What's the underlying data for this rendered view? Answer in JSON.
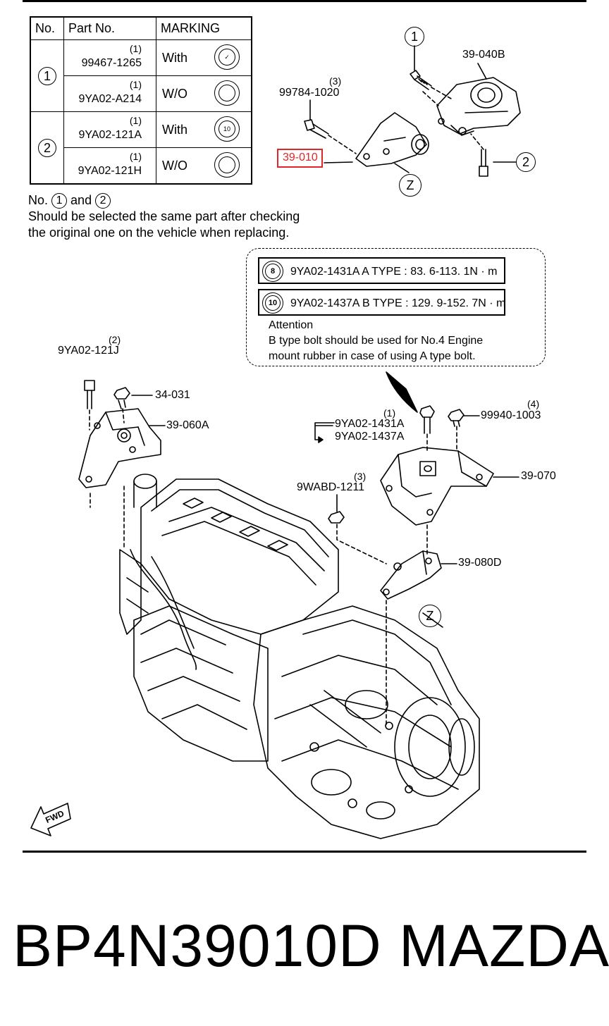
{
  "table": {
    "headers": [
      "No.",
      "Part No.",
      "MARKING"
    ],
    "rows": [
      {
        "group": "1",
        "qty": "(1)",
        "part": "99467-1265",
        "marking": "With"
      },
      {
        "group": "1",
        "qty": "(1)",
        "part": "9YA02-A214",
        "marking": "W/O"
      },
      {
        "group": "2",
        "qty": "(1)",
        "part": "9YA02-121A",
        "marking": "With"
      },
      {
        "group": "2",
        "qty": "(1)",
        "part": "9YA02-121H",
        "marking": "W/O"
      }
    ],
    "marking_icon_text": "10"
  },
  "note": {
    "prefix": "No.",
    "c1": "1",
    "and": "and",
    "c2": "2",
    "line2": "Should be selected the same part after checking",
    "line3": "the original one on the vehicle when replacing."
  },
  "torque": {
    "a": {
      "icon": "8",
      "text": "9YA02-1431A  A TYPE : 83. 6-113. 1N · m"
    },
    "b": {
      "icon": "10",
      "text": "9YA02-1437A  B TYPE : 129. 9-152. 7N · m"
    },
    "attention_title": "Attention",
    "attention_line1": "B type bolt should be used for No.4 Engine",
    "attention_line2": "mount rubber in case of using A type bolt."
  },
  "callouts": {
    "c1_top": "1",
    "c2_right": "2",
    "z_top": "Z",
    "z_mid": "Z",
    "p39_040b": "39-040B",
    "p99784": "99784-1020",
    "p99784_qty": "(3)",
    "p39_010": "39-010",
    "p9ya02_121j": "9YA02-121J",
    "p9ya02_121j_qty": "(2)",
    "p34_031": "34-031",
    "p39_060a": "39-060A",
    "p9ya02_1431a": "9YA02-1431A",
    "p9ya02_1437a": "9YA02-1437A",
    "p1431_qty": "(1)",
    "p99940": "99940-1003",
    "p99940_qty": "(4)",
    "p39_070": "39-070",
    "p9wabd": "9WABD-1211",
    "p9wabd_qty": "(3)",
    "p39_080d": "39-080D",
    "fwd": "FWD"
  },
  "footer": {
    "part_number": "BP4N39010D",
    "brand": "MAZDA"
  },
  "colors": {
    "highlight": "#e0262a",
    "ink": "#000000"
  }
}
